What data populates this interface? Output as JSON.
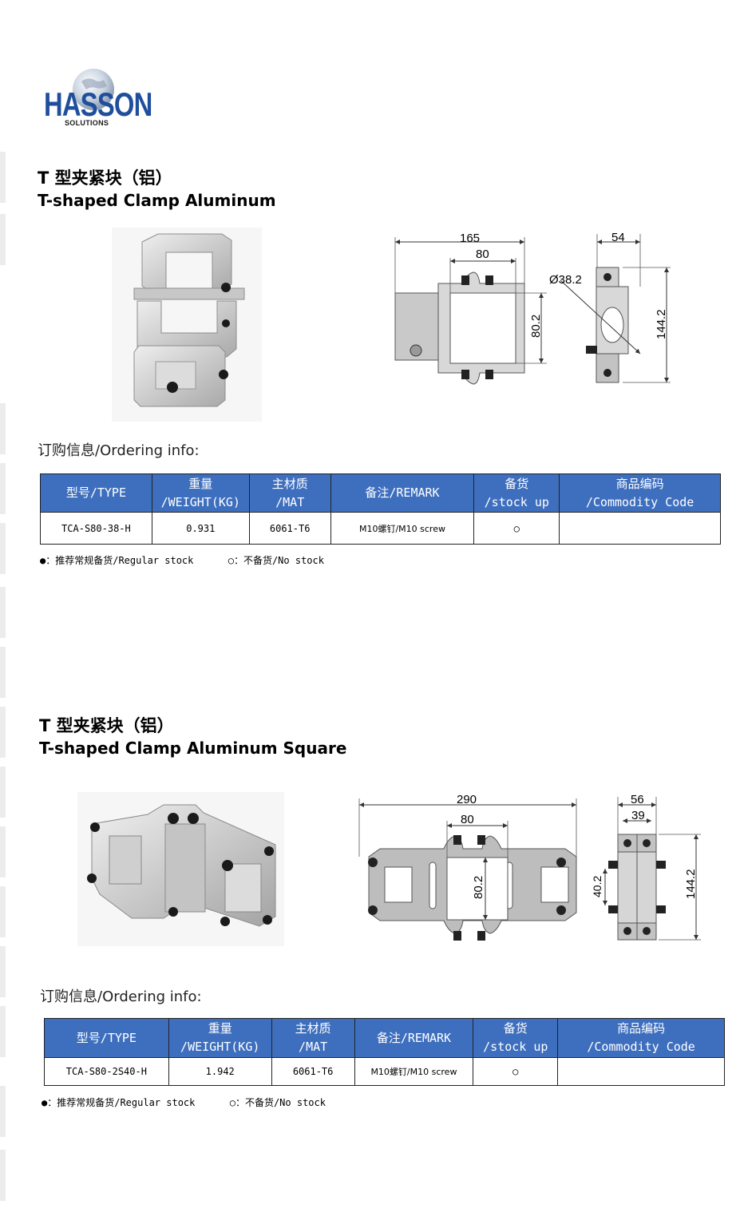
{
  "brand": {
    "name": "HASSON",
    "sub": "SOLUTIONS"
  },
  "colors": {
    "header_fill": "#3e6fbe",
    "brand_blue": "#1f4f9c"
  },
  "table_headers": [
    {
      "line1": "型号/TYPE",
      "line2": ""
    },
    {
      "line1": "重量",
      "line2": "/WEIGHT(KG)"
    },
    {
      "line1": "主材质",
      "line2": "/MAT"
    },
    {
      "line1": "备注/REMARK",
      "line2": ""
    },
    {
      "line1": "备货",
      "line2": "/stock up"
    },
    {
      "line1": "商品编码",
      "line2": "/Commodity Code"
    }
  ],
  "products": [
    {
      "title_cn": "T 型夹紧块（铝）",
      "title_en": "T-shaped Clamp Aluminum",
      "ordering_title": "订购信息/Ordering info:",
      "dims": {
        "front_width": "165",
        "front_inner": "80",
        "front_height": "80.2",
        "diameter": "Ø38.2",
        "side_width": "54",
        "side_height": "144.2"
      },
      "row": {
        "type": "TCA-S80-38-H",
        "weight": "0.931",
        "mat": "6061-T6",
        "remark": "M10螺钉/M10 screw",
        "stock": "○",
        "code": ""
      },
      "legend": "●：推荐常规备货/Regular stock      ○：不备货/No stock"
    },
    {
      "title_cn": "T 型夹紧块（铝）",
      "title_en": "T-shaped Clamp Aluminum Square",
      "ordering_title": "订购信息/Ordering info:",
      "dims": {
        "front_width": "290",
        "front_inner": "80",
        "front_height": "80.2",
        "side_width": "56",
        "side_inner": "39",
        "side_small": "40.2",
        "side_height": "144.2"
      },
      "row": {
        "type": "TCA-S80-2S40-H",
        "weight": "1.942",
        "mat": "6061-T6",
        "remark": "M10螺钉/M10 screw",
        "stock": "○",
        "code": ""
      },
      "legend": "●：推荐常规备货/Regular stock      ○：不备货/No stock"
    }
  ]
}
